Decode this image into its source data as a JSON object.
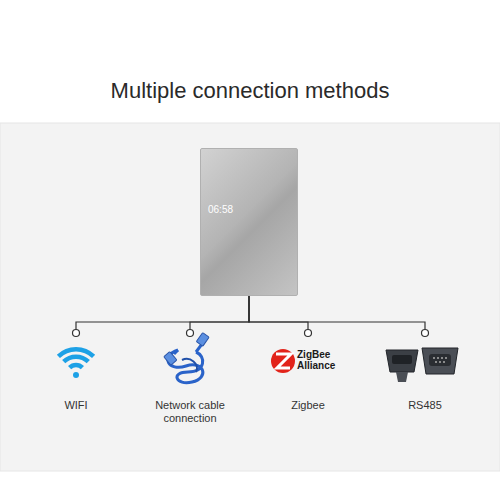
{
  "diagram": {
    "title": "Multiple connection methods",
    "nodes": [
      {
        "text": [
          "06:58"
        ]
      },
      {
        "text": [
          "WIFI"
        ]
      },
      {
        "text": [
          "Network cable connection"
        ]
      },
      {
        "text": [
          "Zigbee"
        ]
      },
      {
        "text": [
          "RS485"
        ]
      }
    ],
    "edges": [
      {
        "from": 0,
        "to": 1,
        "arrow": "none"
      },
      {
        "from": 0,
        "to": 2,
        "arrow": "none"
      },
      {
        "from": 0,
        "to": 3,
        "arrow": "none"
      },
      {
        "from": 0,
        "to": 4,
        "arrow": "none"
      }
    ],
    "labels": [
      "ZigBee Alliance"
    ]
  }
}
